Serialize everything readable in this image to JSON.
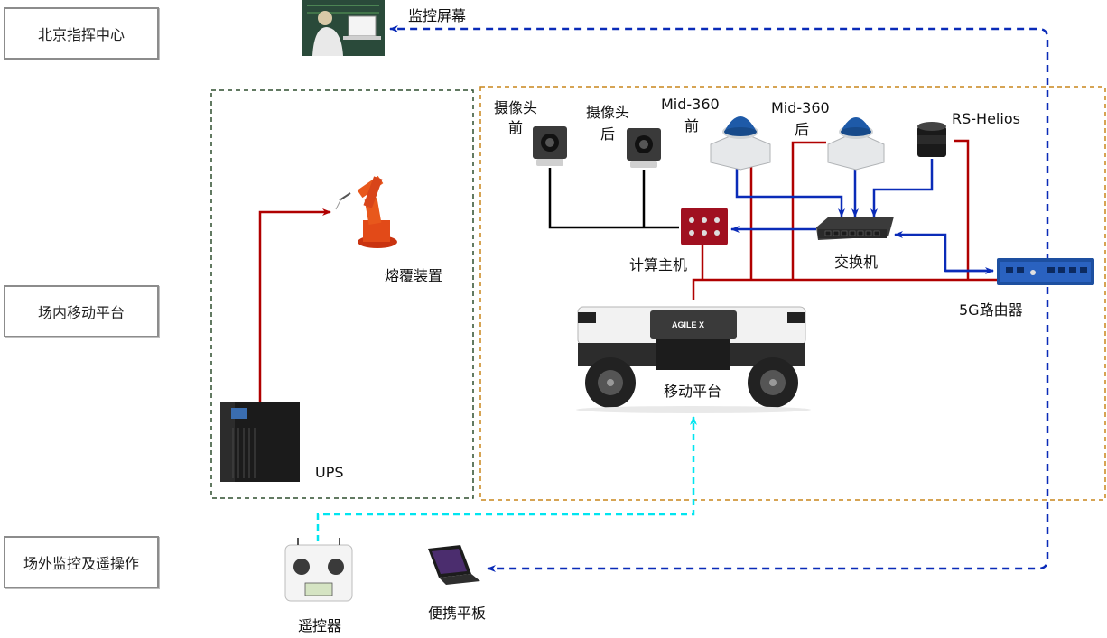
{
  "zones": {
    "command_center": "北京指挥中心",
    "onsite_platform": "场内移动平台",
    "offsite_control": "场外监控及遥操作"
  },
  "devices": {
    "monitor_screen": "监控屏幕",
    "cladding_device": "熔覆装置",
    "ups": "UPS",
    "camera_front_line1": "摄像头",
    "camera_front_line2": "前",
    "camera_rear_line1": "摄像头",
    "camera_rear_line2": "后",
    "lidar_front_line1": "Mid-360",
    "lidar_front_line2": "前",
    "lidar_rear_line1": "Mid-360",
    "lidar_rear_line2": "后",
    "rs_helios": "RS-Helios",
    "compute_host": "计算主机",
    "switch": "交换机",
    "router_5g": "5G路由器",
    "mobile_platform": "移动平台",
    "platform_brand": "AGILE X",
    "remote_controller": "遥控器",
    "tablet": "便携平板"
  },
  "colors": {
    "power_line": "#b00000",
    "ethernet_line": "#0a2bb8",
    "camera_line": "#000000",
    "remote_link": "#00e5f0",
    "network_link": "#0a2bb8",
    "zone_green": "#2f4f2f",
    "zone_orange": "#c8861c"
  }
}
